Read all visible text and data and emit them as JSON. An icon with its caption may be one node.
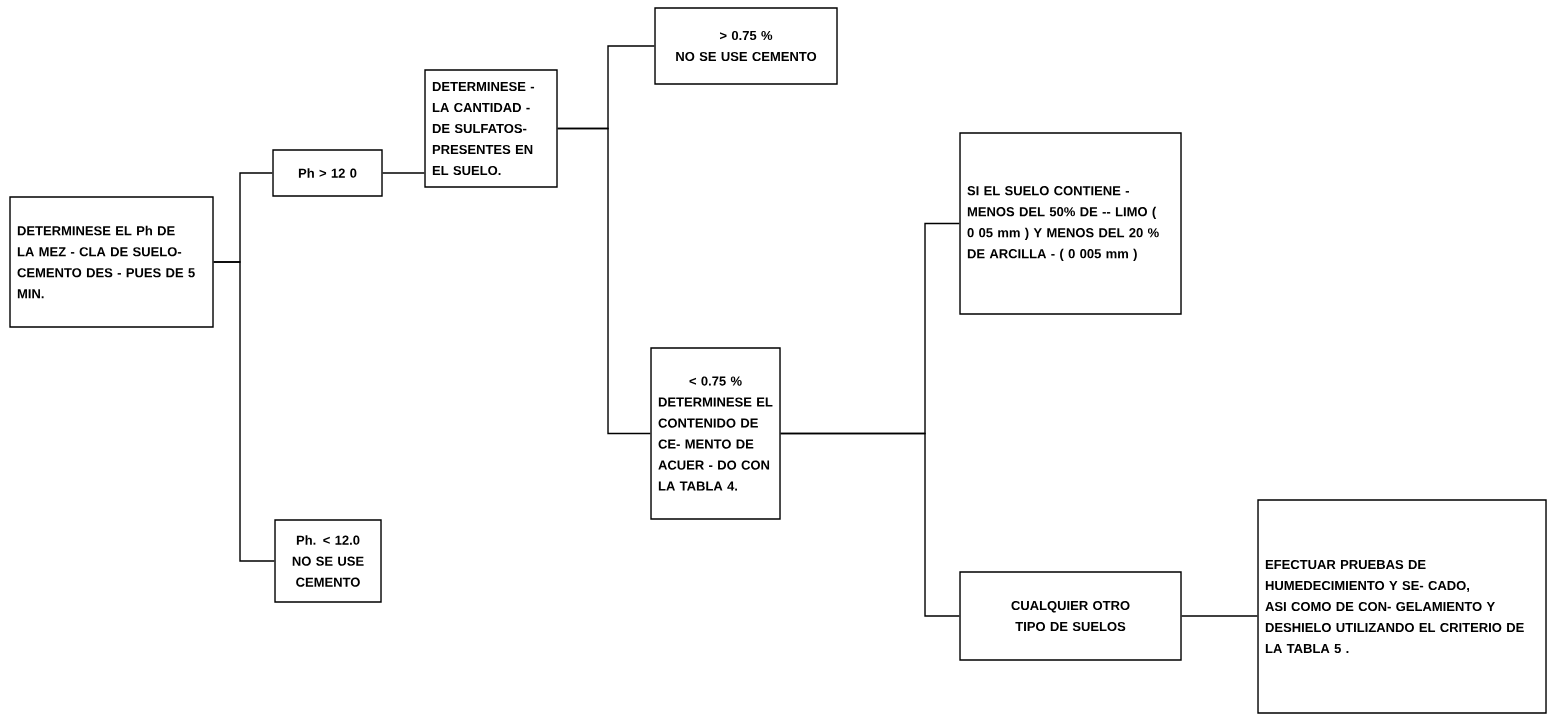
{
  "diagram": {
    "nodes": [
      {
        "text": [
          "DETERMINESE EL Ph DE LA MEZ - CLA DE SUELO- CEMENTO DES - PUES DE 5 MIN."
        ]
      },
      {
        "text": [
          "Ph > 12 0"
        ]
      },
      {
        "text": [
          "Ph. < 12.0",
          "NO SE USE CEMENTO"
        ]
      },
      {
        "text": [
          "DETERMINESE - LA CANTIDAD - DE SULFATOS- PRESENTES EN EL SUELO."
        ]
      },
      {
        "text": [
          "> 0.75 %",
          "NO SE USE CEMENTO"
        ]
      },
      {
        "text": [
          "< 0.75 %",
          "DETERMINESE EL CONTENIDO DE CE- MENTO DE ACUER - DO CON LA TABLA 4."
        ]
      },
      {
        "text": [
          "SI EL SUELO CONTIENE - MENOS DEL 50% DE -- LIMO ( 0 05 mm ) Y MENOS DEL 20 % DE ARCILLA - ( 0 005 mm )"
        ]
      },
      {
        "text": [
          "CUALQUIER OTRO TIPO DE SUELOS"
        ]
      },
      {
        "text": [
          "EFECTUAR PRUEBAS DE HUMEDECIMIENTO Y SE- CADO, ASI COMO DE CON- GELAMIENTO Y DESHIELO UTILIZANDO EL CRITERIO DE LA TABLA 5 ."
        ]
      }
    ],
    "edges": [
      {
        "from": 0,
        "to": 1,
        "arrow": "none"
      },
      {
        "from": 0,
        "to": 2,
        "arrow": "none"
      },
      {
        "from": 1,
        "to": 3,
        "arrow": "none"
      },
      {
        "from": 3,
        "to": 4,
        "arrow": "none"
      },
      {
        "from": 3,
        "to": 5,
        "arrow": "none"
      },
      {
        "from": 5,
        "to": 6,
        "arrow": "none"
      },
      {
        "from": 5,
        "to": 7,
        "arrow": "none"
      },
      {
        "from": 7,
        "to": 8,
        "arrow": "none"
      }
    ]
  }
}
